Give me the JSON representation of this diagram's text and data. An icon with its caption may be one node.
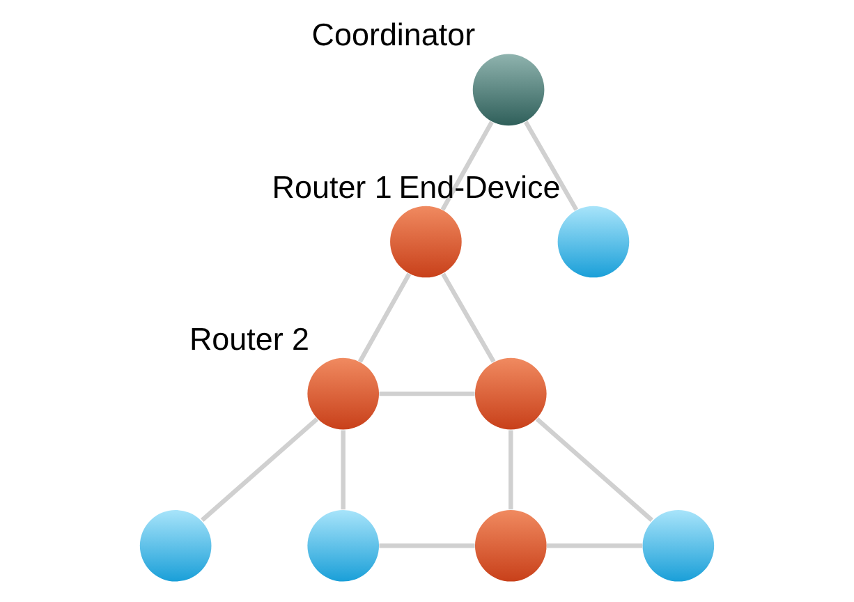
{
  "diagram": {
    "nodes": [
      {
        "text": [],
        "shape": "circle",
        "beside": [
          "Coordinator"
        ]
      },
      {
        "text": [],
        "shape": "circle",
        "beside": [
          "Router 1"
        ]
      },
      {
        "text": [],
        "shape": "circle",
        "beside": [
          "End-Device"
        ]
      },
      {
        "text": [],
        "shape": "circle",
        "beside": [
          "Router 2"
        ]
      },
      {
        "text": [],
        "shape": "circle"
      },
      {
        "text": [],
        "shape": "circle"
      },
      {
        "text": [],
        "shape": "circle"
      },
      {
        "text": [],
        "shape": "circle"
      },
      {
        "text": [],
        "shape": "circle"
      }
    ],
    "edges": [
      {
        "from": 0,
        "to": 1,
        "arrow": "none"
      },
      {
        "from": 0,
        "to": 2,
        "arrow": "none"
      },
      {
        "from": 1,
        "to": 3,
        "arrow": "none"
      },
      {
        "from": 1,
        "to": 4,
        "arrow": "none"
      },
      {
        "from": 3,
        "to": 4,
        "arrow": "none"
      },
      {
        "from": 3,
        "to": 5,
        "arrow": "none"
      },
      {
        "from": 3,
        "to": 6,
        "arrow": "none"
      },
      {
        "from": 6,
        "to": 7,
        "arrow": "none"
      },
      {
        "from": 4,
        "to": 7,
        "arrow": "none"
      },
      {
        "from": 4,
        "to": 8,
        "arrow": "none"
      },
      {
        "from": 7,
        "to": 8,
        "arrow": "none"
      }
    ]
  }
}
